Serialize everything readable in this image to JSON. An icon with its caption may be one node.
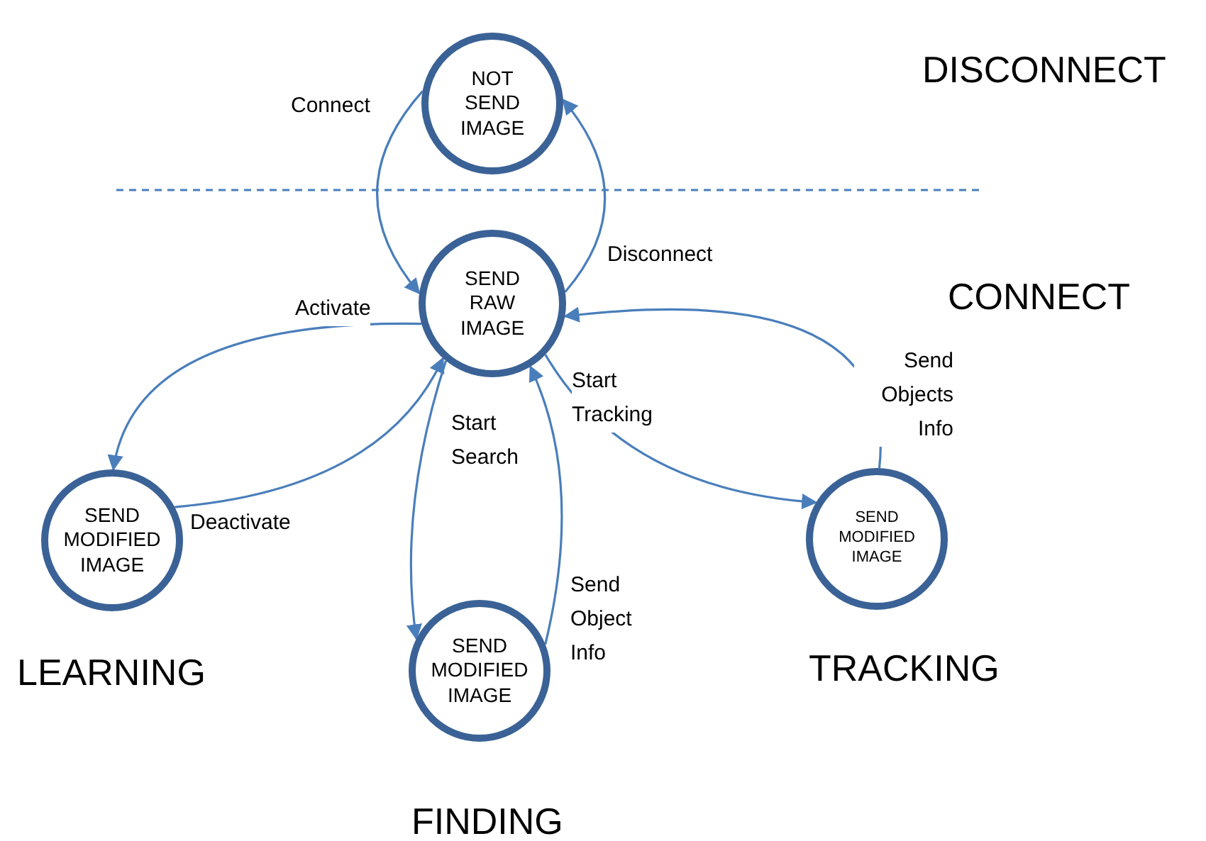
{
  "diagram": {
    "nodes": [
      {
        "text": [
          "NOT SEND IMAGE"
        ]
      },
      {
        "text": [
          "SEND RAW IMAGE"
        ]
      },
      {
        "text": [
          "SEND MODIFIED IMAGE"
        ],
        "beside": [
          "LEARNING"
        ]
      },
      {
        "text": [
          "SEND MODIFIED IMAGE"
        ],
        "beside": [
          "FINDING"
        ]
      },
      {
        "text": [
          "SEND MODIFIED IMAGE"
        ],
        "beside": [
          "TRACKING"
        ]
      }
    ],
    "edges": [
      {
        "from": 0,
        "to": 1,
        "arrow": "to",
        "label": "Connect"
      },
      {
        "from": 1,
        "to": 0,
        "arrow": "to",
        "label": "Disconnect"
      },
      {
        "from": 1,
        "to": 2,
        "arrow": "to",
        "label": "Activate"
      },
      {
        "from": 2,
        "to": 1,
        "arrow": "to",
        "label": "Deactivate"
      },
      {
        "from": 1,
        "to": 3,
        "arrow": "to",
        "label": "Start Search"
      },
      {
        "from": 3,
        "to": 1,
        "arrow": "to",
        "label": "Send Object Info"
      },
      {
        "from": 1,
        "to": 4,
        "arrow": "to",
        "label": "Start Tracking"
      },
      {
        "from": 4,
        "to": 1,
        "arrow": "to",
        "label": "Send Objects Info"
      }
    ],
    "labels": [
      "DISCONNECT",
      "CONNECT"
    ]
  }
}
